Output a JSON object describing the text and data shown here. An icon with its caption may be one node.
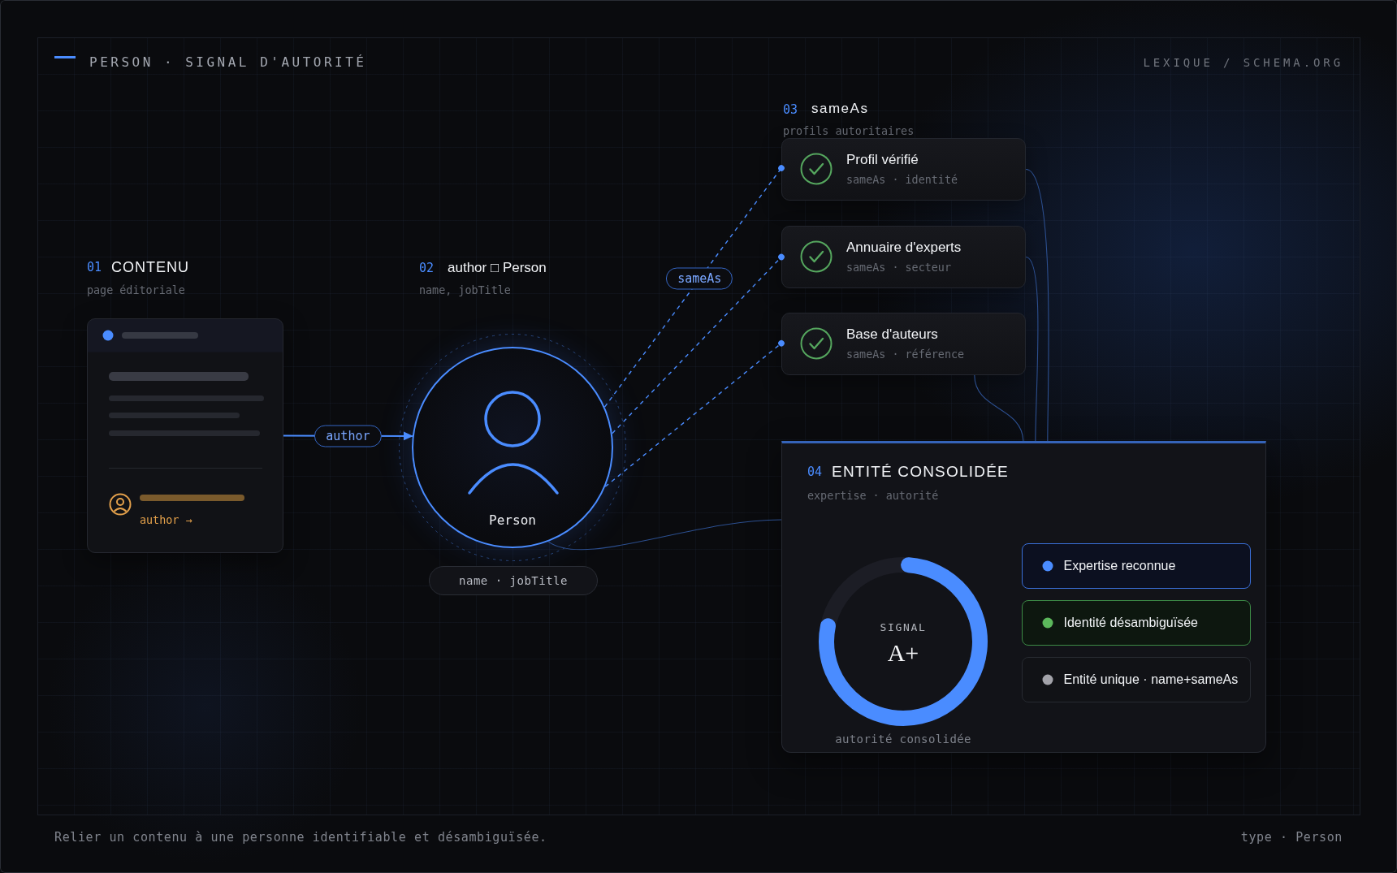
{
  "diagram": {
    "title": "PERSON · SIGNAL D'AUTORITÉ",
    "caption": "Relier un contenu à une personne identifiable et désambiguïsée.",
    "nodes": [
      {
        "text": [
          "01",
          "CONTENU",
          "page éditoriale",
          "author →"
        ]
      },
      {
        "text": [
          "Person"
        ]
      },
      {
        "text": [
          "name · jobTitle"
        ]
      },
      {
        "text": [
          "Profil vérifié",
          "sameAs · identité"
        ]
      },
      {
        "text": [
          "Annuaire d'experts",
          "sameAs · secteur"
        ]
      },
      {
        "text": [
          "Base d'auteurs",
          "sameAs · référence"
        ]
      },
      {
        "text": [
          "04",
          "ENTITÉ CONSOLIDÉE",
          "expertise · autorité"
        ]
      },
      {
        "text": [
          "SIGNAL",
          "A+"
        ],
        "in": 6,
        "beside": [
          "autorité consolidée"
        ]
      },
      {
        "text": [
          "Expertise reconnue"
        ],
        "in": 6
      },
      {
        "text": [
          "Identité désambiguïsée"
        ],
        "in": 6
      },
      {
        "text": [
          "Entité unique · name+sameAs"
        ],
        "in": 6
      }
    ],
    "edges": [
      {
        "from": 0,
        "to": 1,
        "arrow": "to",
        "label": "author"
      },
      {
        "from": 1,
        "to": 3,
        "arrow": "other",
        "label": "sameAs",
        "style": "dashed"
      },
      {
        "from": 1,
        "to": 4,
        "arrow": "other",
        "style": "dashed"
      },
      {
        "from": 1,
        "to": 5,
        "arrow": "other",
        "style": "dashed"
      },
      {
        "from": 3,
        "to": 6,
        "arrow": "none",
        "color": "#2c4f8f"
      },
      {
        "from": 4,
        "to": 6,
        "arrow": "none",
        "color": "#2c4f8f"
      },
      {
        "from": 5,
        "to": 6,
        "arrow": "none",
        "color": "#2c4f8f"
      },
      {
        "from": 1,
        "to": 6,
        "arrow": "none",
        "color": "#2c4f8f"
      }
    ],
    "labels": [
      "LEXIQUE / SCHEMA.ORG",
      "03",
      "sameAs",
      "profils autoritaires",
      "02",
      "author □ Person",
      "name, jobTitle",
      "type · Person"
    ]
  }
}
